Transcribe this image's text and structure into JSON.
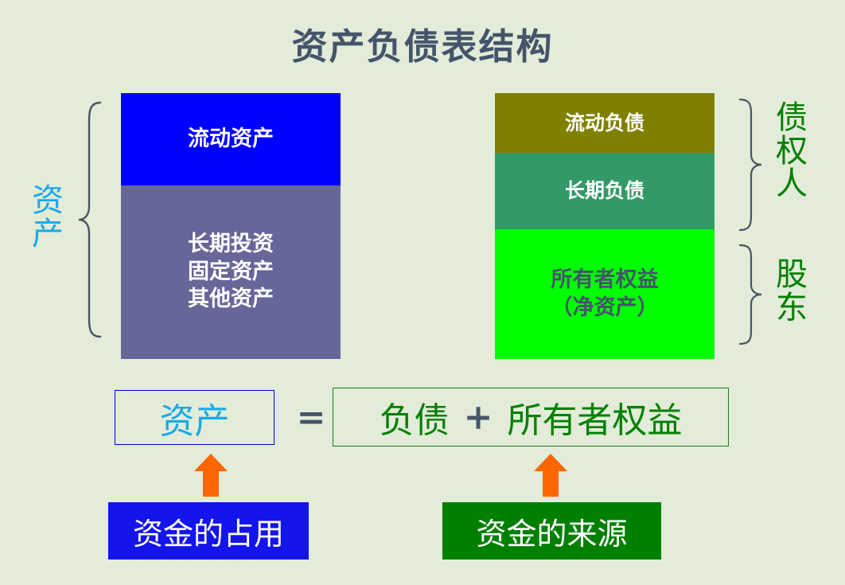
{
  "title": "资产负债表结构",
  "colors": {
    "background": "#e3ecd9",
    "title_text": "#44546a",
    "current_assets_bg": "#0000ff",
    "longterm_assets_bg": "#666699",
    "current_liabilities_bg": "#808000",
    "longterm_liabilities_bg": "#339966",
    "owners_equity_bg": "#00ff00",
    "assets_label": "#1aa9e8",
    "green_label": "#008000",
    "arrow": "#ff6600",
    "fund_use_bg": "#1414ec",
    "fund_source_bg": "#008000"
  },
  "left_column": {
    "brace_label": "资\n产",
    "blocks": [
      {
        "label": "流动资产"
      },
      {
        "label": "长期投资\n固定资产\n其他资产",
        "lines": [
          "长期投资",
          "固定资产",
          "其他资产"
        ]
      }
    ]
  },
  "right_column": {
    "blocks": [
      {
        "label": "流动负债"
      },
      {
        "label": "长期负债"
      },
      {
        "label": "所有者权益\n（净资产）",
        "lines": [
          "所有者权益",
          "（净资产）"
        ]
      }
    ],
    "brace_labels": [
      {
        "label": "债\n权\n人"
      },
      {
        "label": "股\n东"
      }
    ]
  },
  "equation": {
    "left_term": "资产",
    "operator_equals": "=",
    "right_term_1": "负债",
    "operator_plus": "+",
    "right_term_2": "所有者权益"
  },
  "bottom": {
    "left_box": "资金的占用",
    "right_box": "资金的来源",
    "arrow_icon": "arrow-up-icon"
  }
}
